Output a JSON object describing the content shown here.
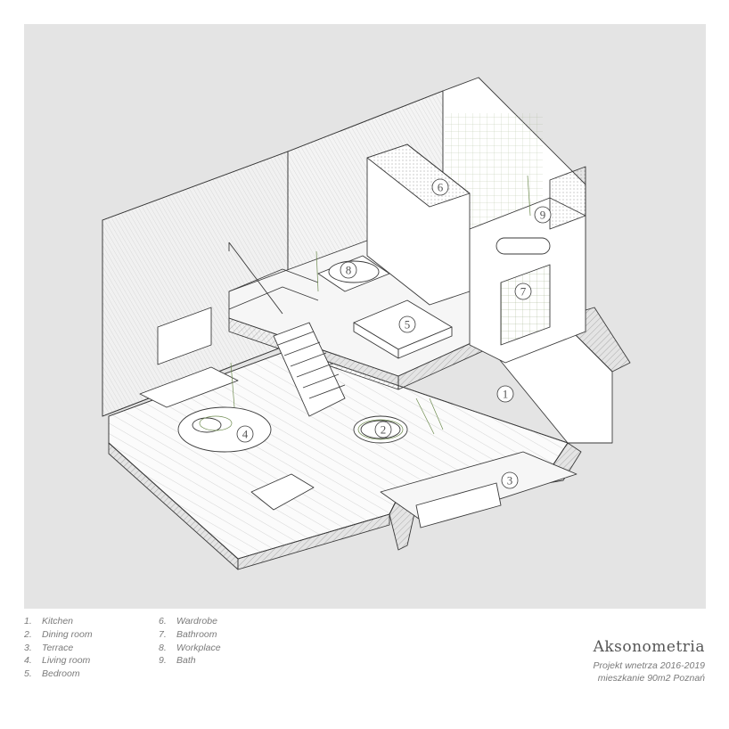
{
  "legend": {
    "column1": [
      {
        "num": "1.",
        "label": "Kitchen"
      },
      {
        "num": "2.",
        "label": "Dining room"
      },
      {
        "num": "3.",
        "label": "Terrace"
      },
      {
        "num": "4.",
        "label": "Living room"
      },
      {
        "num": "5.",
        "label": "Bedroom"
      }
    ],
    "column2": [
      {
        "num": "6.",
        "label": "Wardrobe"
      },
      {
        "num": "7.",
        "label": "Bathroom"
      },
      {
        "num": "8.",
        "label": "Workplace"
      },
      {
        "num": "9.",
        "label": "Bath"
      }
    ]
  },
  "title_block": {
    "title": "Aksonometria",
    "line1": "Projekt wnetrza 2016-2019",
    "line2": "mieszkanie 90m2 Poznań"
  },
  "room_markers": [
    "1",
    "2",
    "3",
    "4",
    "5",
    "6",
    "7",
    "8",
    "9"
  ],
  "colors": {
    "background": "#e4e4e4",
    "line": "#3a3a3a",
    "accent_green": "#6d8a4e",
    "wall_fill": "#ffffff",
    "hatch": "#8a8a8a"
  }
}
